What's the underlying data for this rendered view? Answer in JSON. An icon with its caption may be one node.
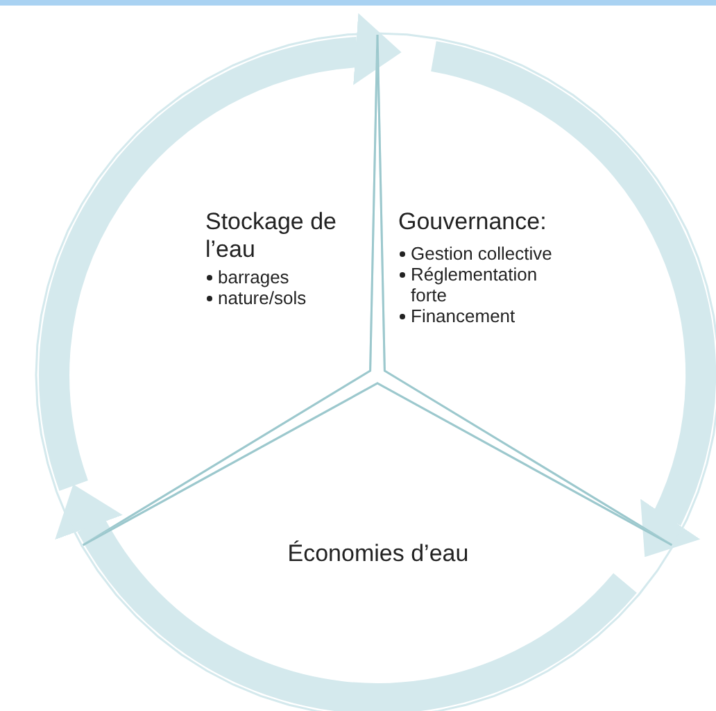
{
  "diagram": {
    "nodes": [
      {
        "text": [
          "Stockage de l’eau",
          "barrages",
          "nature/sols"
        ]
      },
      {
        "text": [
          "Gouvernance:",
          "Gestion collective",
          "Réglementation forte",
          "Financement"
        ]
      },
      {
        "text": [
          "Économies d’eau"
        ]
      }
    ],
    "edges": [
      {
        "from": 0,
        "to": 1,
        "arrow": "to"
      },
      {
        "from": 1,
        "to": 2,
        "arrow": "to"
      },
      {
        "from": 2,
        "to": 0,
        "arrow": "to"
      }
    ]
  }
}
